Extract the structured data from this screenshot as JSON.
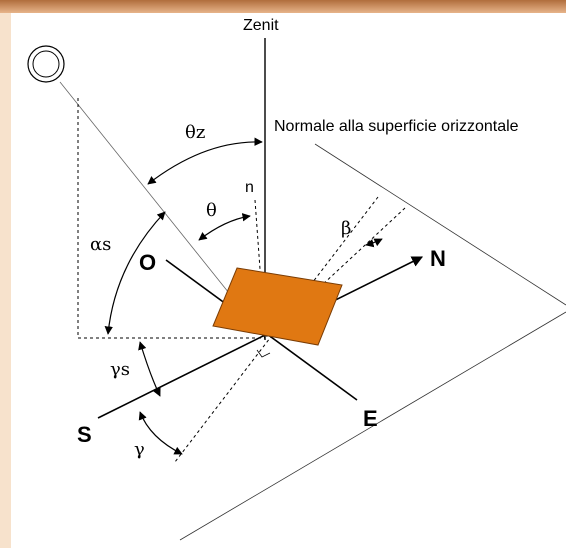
{
  "labels": {
    "zenit": "Zenit",
    "normale": "Normale alla superficie orizzontale",
    "theta_z": "θz",
    "n": "n",
    "theta": "θ",
    "alpha_s": "αs",
    "beta": "β",
    "gamma_s": "γs",
    "gamma": "γ",
    "west": "O",
    "north": "N",
    "east": "E",
    "south": "S"
  },
  "colors": {
    "panel": "#e07812",
    "frame_background": "#f7e2cc",
    "top_border": "#b06d3c"
  }
}
